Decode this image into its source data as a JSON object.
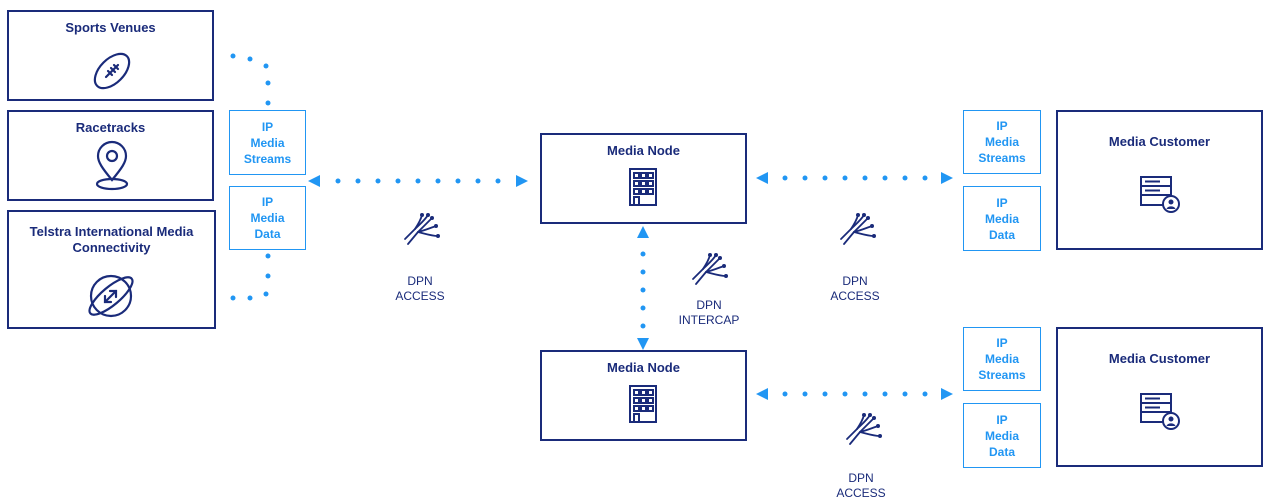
{
  "sources": {
    "sports_venues": "Sports Venues",
    "racetracks": "Racetracks",
    "telstra_intl": "Telstra International Media Connectivity"
  },
  "ip_boxes": {
    "left_streams": "IP\nMedia\nStreams",
    "left_data": "IP\nMedia\nData",
    "right_top_streams": "IP\nMedia\nStreams",
    "right_top_data": "IP\nMedia\nData",
    "right_bottom_streams": "IP\nMedia\nStreams",
    "right_bottom_data": "IP\nMedia\nData"
  },
  "nodes": {
    "media_node_top": "Media Node",
    "media_node_bottom": "Media Node"
  },
  "customers": {
    "top": "Media Customer",
    "bottom": "Media Customer"
  },
  "labels": {
    "dpn_access_left": "DPN\nACCESS",
    "dpn_access_right_top": "DPN\nACCESS",
    "dpn_access_right_bottom": "DPN\nACCESS",
    "dpn_intercap": "DPN\nINTERCAP"
  },
  "icons": {
    "football": "football-icon",
    "location": "location-pin-icon",
    "globe": "globe-icon",
    "building": "building-icon",
    "server_user": "server-user-icon",
    "fiber": "fiber-optic-icon"
  },
  "colors": {
    "navy": "#1a2b7a",
    "accent_blue": "#2196f3"
  }
}
